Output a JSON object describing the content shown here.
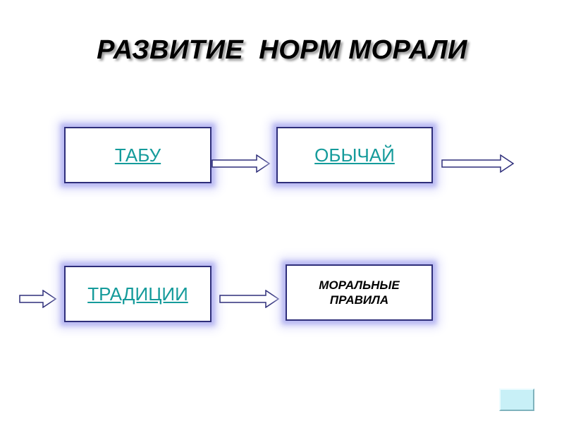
{
  "title": "РАЗВИТИЕ  НОРМ МОРАЛИ",
  "nodes": {
    "tabu": "ТАБУ",
    "obychai": "ОБЫЧАЙ",
    "traditsii": "ТРАДИЦИИ",
    "moralnye_line1": "МОРАЛЬНЫЕ",
    "moralnye_line2": "ПРАВИЛА"
  },
  "colors": {
    "box_border": "#2e2e7a",
    "box_glow": "#b9b9f2",
    "link_text": "#159b9b",
    "arrow_stroke": "#2e2e7a",
    "nav_button": "#c8f0f7"
  }
}
